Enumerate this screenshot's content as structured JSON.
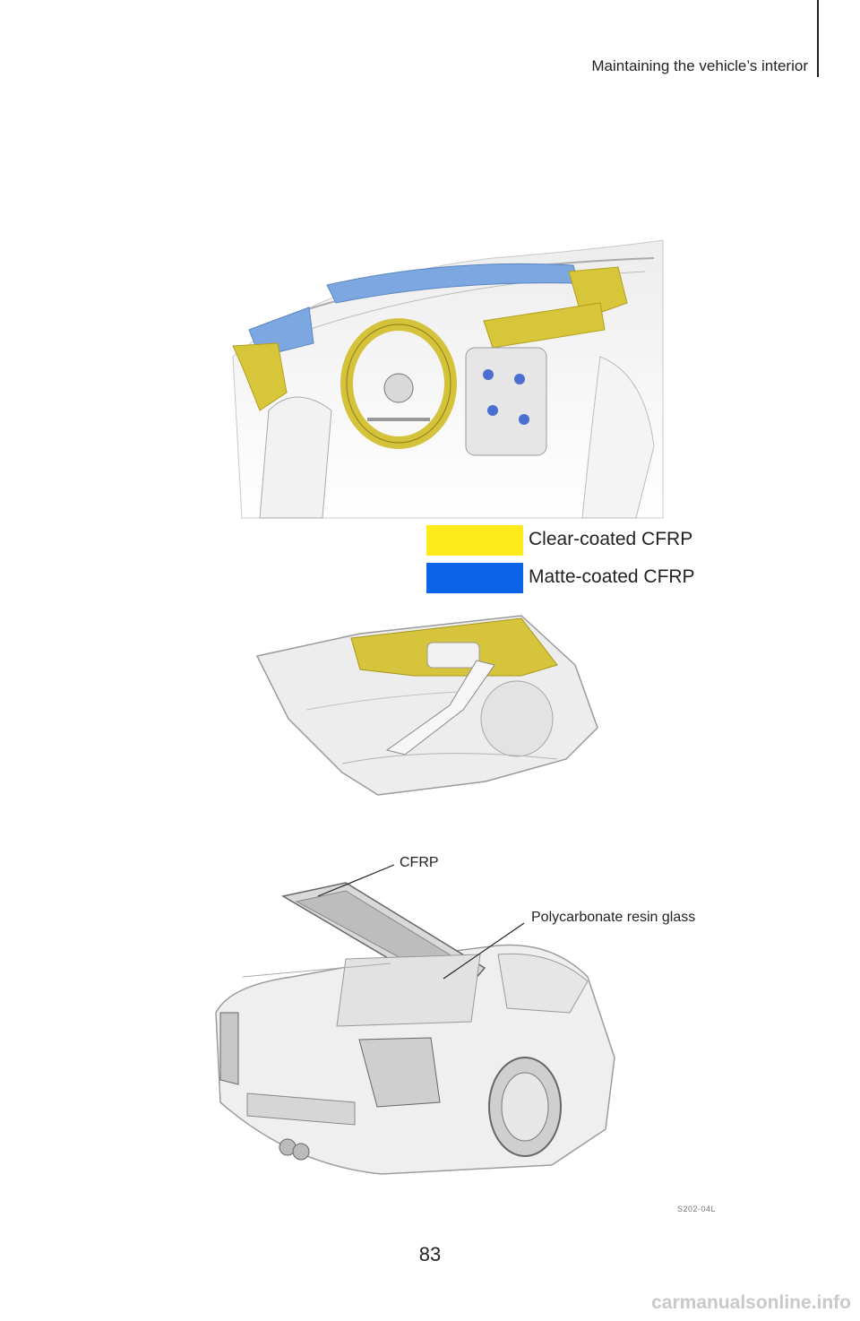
{
  "header": {
    "section_title": "Maintaining the vehicle’s interior"
  },
  "legend": {
    "items": [
      {
        "label": "Clear-coated CFRP",
        "color": "#ffeb1c"
      },
      {
        "label": "Matte-coated CFRP",
        "color": "#0b63e8"
      }
    ]
  },
  "callouts": {
    "cfrp": "CFRP",
    "polycarbonate": "Polycarbonate resin glass"
  },
  "figure": {
    "code": "S202-04L"
  },
  "page": {
    "number": "83"
  },
  "watermark": "carmanualsonline.info",
  "icons": [
    "dashboard-illustration",
    "door-panel-illustration",
    "rear-car-illustration"
  ]
}
